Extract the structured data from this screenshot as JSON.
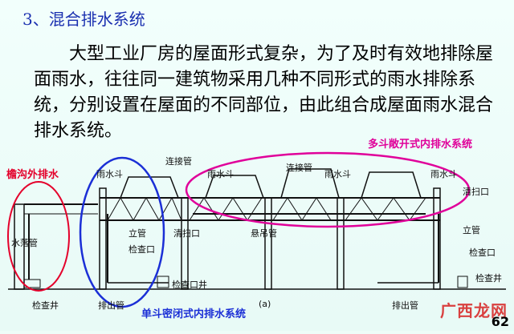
{
  "heading": "3、混合排水系统",
  "paragraph": "大型工业厂房的屋面形式复杂，为了及时有效地排除屋面雨水，往往同一建筑物采用几种不同形式的雨水排除系统，分别设置在屋面的不同部位，由此组合成屋面雨水混合排水系统。",
  "callouts": {
    "eave": "檐沟外排水",
    "multi": "多斗敞开式内排水系统",
    "single": "单斗密闭式内排水系统"
  },
  "labels": {
    "rain_hopper_1": "雨水斗",
    "connector_1": "连接管",
    "rain_hopper_2": "雨水斗",
    "connector_2": "连接管",
    "rain_hopper_3": "雨水斗",
    "rain_hopper_4": "雨水斗",
    "cleanout_right": "清扫口",
    "downpipe_left": "水落管",
    "riser_left": "立管",
    "inspection_port_left": "检查口",
    "cleanout_mid": "清扫口",
    "hanging_pipe": "悬吊管",
    "riser_right": "立管",
    "inspection_port_right": "检查口",
    "inspection_well_right": "检查井",
    "inspection_well_left": "检查井",
    "discharge_left": "排出管",
    "inspection_port_well": "检查口井",
    "discharge_right": "排出管",
    "fig": "(a)"
  },
  "page_number": "62",
  "watermark": "广西龙网",
  "colors": {
    "red": "#e4002b",
    "blue": "#1b2fd6",
    "magenta": "#e0009a",
    "heading": "#1a2fb0"
  }
}
